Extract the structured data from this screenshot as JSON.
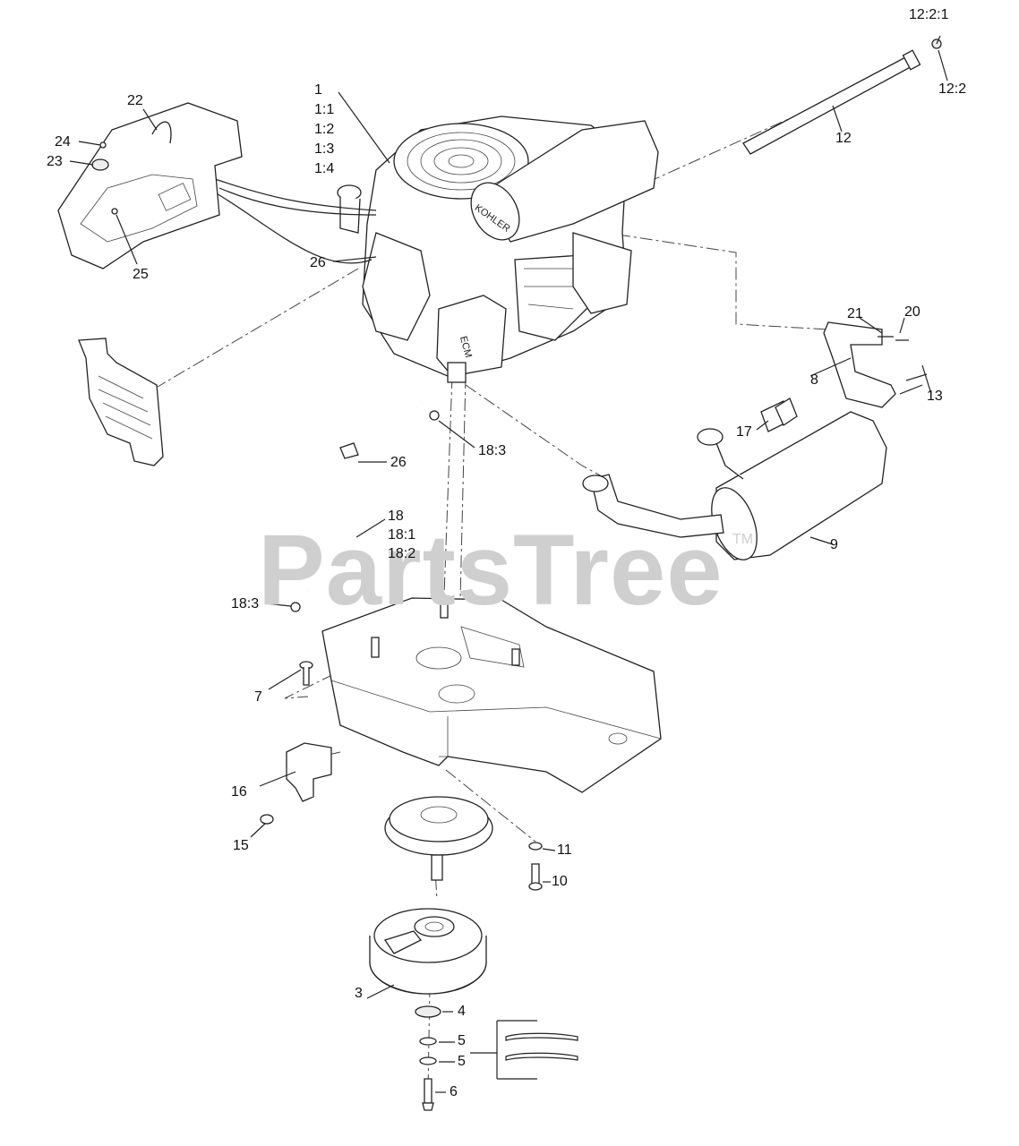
{
  "watermark": {
    "text": "PartsTree",
    "trademark": "TM"
  },
  "callouts": {
    "c12_2_1": "12:2:1",
    "c12_2": "12:2",
    "c12": "12",
    "c1": "1",
    "c1_1": "1:1",
    "c1_2": "1:2",
    "c1_3": "1:3",
    "c1_4": "1:4",
    "c22": "22",
    "c24": "24",
    "c23": "23",
    "c25": "25",
    "c26_top": "26",
    "c21": "21",
    "c20": "20",
    "c8": "8",
    "c13": "13",
    "c17": "17",
    "c9": "9",
    "c18_3_top": "18:3",
    "c26_mid": "26",
    "c18": "18",
    "c18_1": "18:1",
    "c18_2": "18:2",
    "c18_3_bot": "18:3",
    "c7": "7",
    "c16": "16",
    "c15": "15",
    "c11": "11",
    "c10": "10",
    "c3": "3",
    "c4": "4",
    "c5_a": "5",
    "c5_b": "5",
    "c6": "6"
  },
  "engine_brand": "KOHLER"
}
